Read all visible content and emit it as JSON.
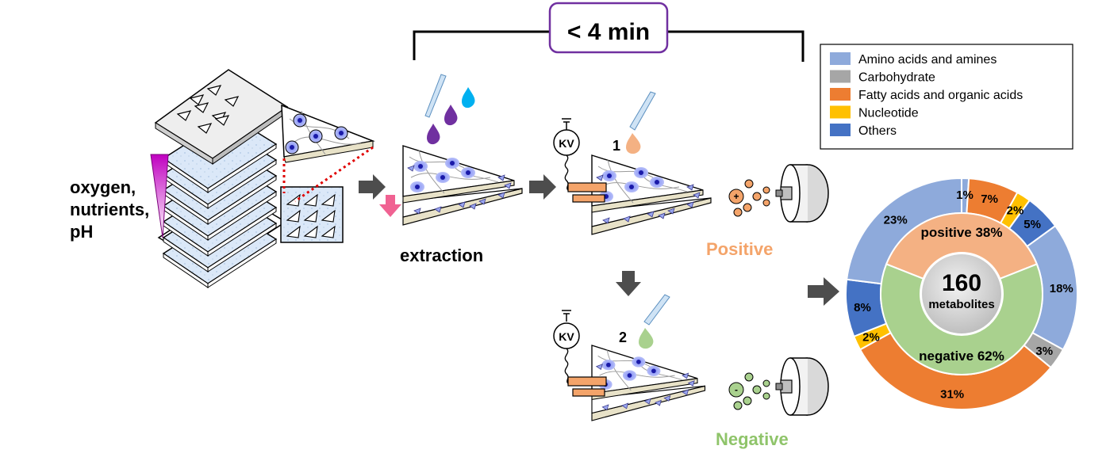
{
  "timer": {
    "label": "< 4 min"
  },
  "conditions": {
    "line1": "oxygen,",
    "line2": "nutrients,",
    "line3": "pH"
  },
  "steps": {
    "extraction": "extraction",
    "step1_number": "1",
    "step2_number": "2",
    "positive": "Positive",
    "negative": "Negative",
    "kv_label": "KV"
  },
  "legend": {
    "items": [
      {
        "label": "Amino acids and amines",
        "color": "#8eaadb"
      },
      {
        "label": "Carbohydrate",
        "color": "#a6a6a6"
      },
      {
        "label": "Fatty acids and organic acids",
        "color": "#ed7d31"
      },
      {
        "label": "Nucleotide",
        "color": "#ffc000"
      },
      {
        "label": "Others",
        "color": "#4472c4"
      }
    ]
  },
  "chart_data": {
    "type": "pie",
    "center": {
      "value": "160",
      "label": "metabolites"
    },
    "inner_ring": [
      {
        "name": "positive",
        "label": "positive 38%",
        "value": 38,
        "color": "#f4b183"
      },
      {
        "name": "negative",
        "label": "negative 62%",
        "value": 62,
        "color": "#a9d18e"
      }
    ],
    "outer_ring": [
      {
        "category": "Amino acids and amines",
        "label": "1%",
        "value": 1,
        "color": "#8eaadb"
      },
      {
        "category": "Fatty acids and organic acids",
        "label": "7%",
        "value": 7,
        "color": "#ed7d31"
      },
      {
        "category": "Nucleotide",
        "label": "2%",
        "value": 2,
        "color": "#ffc000"
      },
      {
        "category": "Others",
        "label": "5%",
        "value": 5,
        "color": "#4472c4"
      },
      {
        "category": "Amino acids and amines",
        "label": "18%",
        "value": 18,
        "color": "#8eaadb"
      },
      {
        "category": "Carbohydrate",
        "label": "3%",
        "value": 3,
        "color": "#a6a6a6"
      },
      {
        "category": "Fatty acids and organic acids",
        "label": "31%",
        "value": 31,
        "color": "#ed7d31"
      },
      {
        "category": "Nucleotide",
        "label": "2%",
        "value": 2,
        "color": "#ffc000"
      },
      {
        "category": "Others",
        "label": "8%",
        "value": 8,
        "color": "#4472c4"
      },
      {
        "category": "Amino acids and amines",
        "label": "23%",
        "value": 23,
        "color": "#8eaadb"
      }
    ]
  },
  "colors": {
    "positive": "#f4a46a",
    "negative": "#8fc46a",
    "timer_border": "#7030a0",
    "arrow": "#4d4d4d",
    "cell": "#5b6cf0",
    "nucleus": "#1a1aa8",
    "paper_edge": "#e8e2c8"
  }
}
